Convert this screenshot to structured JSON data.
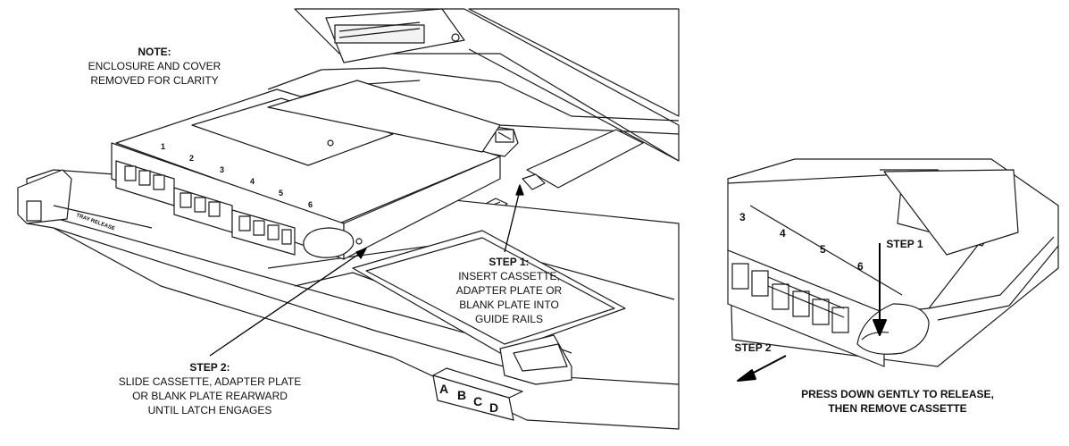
{
  "note": {
    "heading": "NOTE:",
    "text": "ENCLOSURE AND COVER\nREMOVED FOR CLARITY"
  },
  "step1": {
    "heading": "STEP 1:",
    "text": "INSERT CASSETTE,\nADAPTER PLATE OR\nBLANK PLATE INTO\nGUIDE RAILS"
  },
  "step2": {
    "heading": "STEP 2:",
    "text": "SLIDE CASSETTE, ADAPTER PLATE\nOR BLANK PLATE REARWARD\nUNTIL LATCH ENGAGES"
  },
  "detail": {
    "step1_label": "STEP 1",
    "step2_label": "STEP 2",
    "caption": "PRESS DOWN GENTLY TO RELEASE,\nTHEN REMOVE CASSETTE"
  },
  "port_numbers_main": [
    "1",
    "2",
    "3",
    "4",
    "5",
    "6"
  ],
  "port_numbers_detail": [
    "3",
    "4",
    "5",
    "6"
  ],
  "slot_letters": [
    "A",
    "B",
    "C",
    "D"
  ],
  "tray_release": "TRAY RELEASE"
}
